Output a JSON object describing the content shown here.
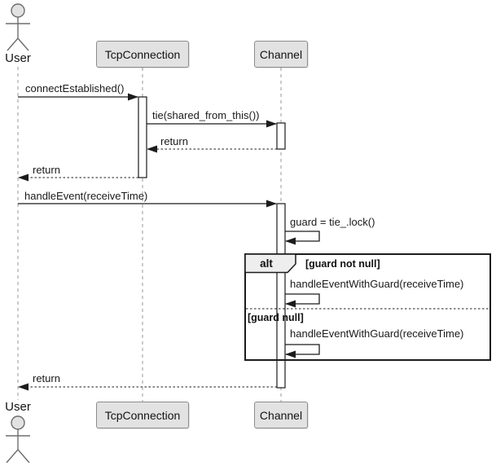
{
  "diagram": {
    "type": "uml-sequence-diagram",
    "actor": {
      "label": "User"
    },
    "participants": {
      "tcp": {
        "label": "TcpConnection"
      },
      "channel": {
        "label": "Channel"
      }
    },
    "messages": {
      "connect_established": "connectEstablished()",
      "tie": "tie(shared_from_this())",
      "return": "return",
      "handle_event": "handleEvent(receiveTime)",
      "guard_lock": "guard = tie_.lock()",
      "handle_event_with_guard": "handleEventWithGuard(receiveTime)"
    },
    "alt_frame": {
      "operator": "alt",
      "condition_not_null": "[guard not null]",
      "condition_null": "[guard null]"
    },
    "colors": {
      "background": "#ffffff",
      "participant_fill": "#e2e2e2",
      "participant_border": "#8c8c8c",
      "lifeline": "#9a9a9a",
      "message_line": "#1c1c1c",
      "frame_border": "#1c1c1c",
      "pentagon_fill": "#eeeeee",
      "actor_head_fill": "#e2e2e2",
      "actor_stroke": "#6e6e6e"
    }
  }
}
